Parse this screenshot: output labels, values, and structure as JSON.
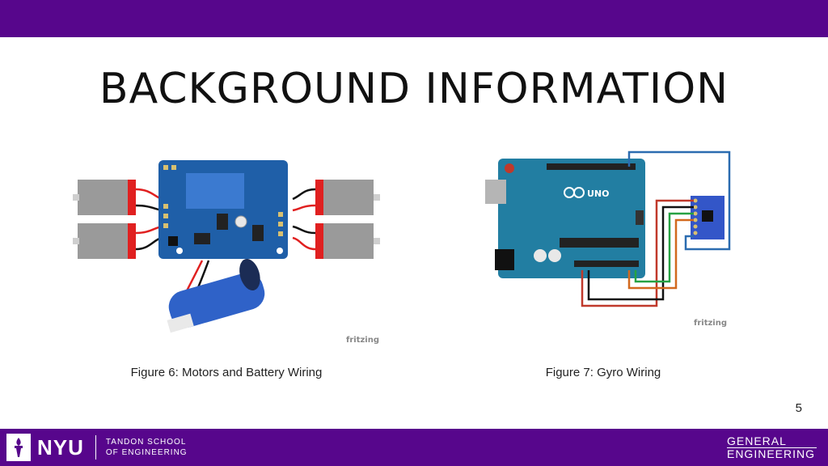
{
  "slide": {
    "title": "BACKGROUND INFORMATION",
    "page_number": "5"
  },
  "figures": [
    {
      "caption": "Figure 6: Motors and Battery Wiring",
      "watermark": "fritzing"
    },
    {
      "caption": "Figure 7: Gyro Wiring",
      "watermark": "fritzing",
      "board_label": "UNO"
    }
  ],
  "footer": {
    "brand": "NYU",
    "school_line1": "TANDON SCHOOL",
    "school_line2": "OF ENGINEERING",
    "dept_line1": "GENERAL",
    "dept_line2": "ENGINEERING"
  },
  "colors": {
    "nyu_purple": "#57068c",
    "board_blue": "#1f5fa8",
    "arduino_teal": "#227ea2"
  }
}
